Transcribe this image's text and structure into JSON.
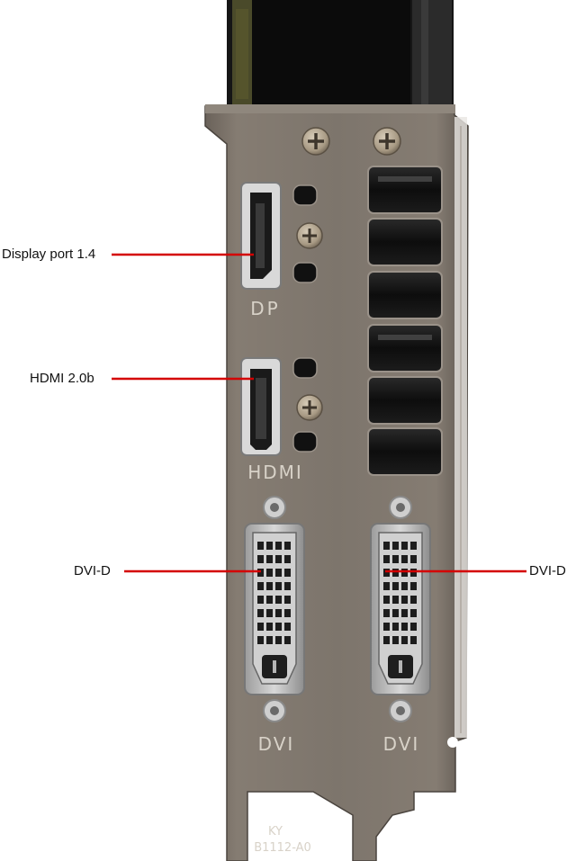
{
  "bracket": {
    "port_labels": {
      "dp": "DP",
      "hdmi": "HDMI",
      "dvi_left": "DVI",
      "dvi_right": "DVI"
    },
    "marking_line1": "KY",
    "marking_line2": "B1112-A0"
  },
  "callouts": [
    {
      "id": "displayport",
      "label": "Display port 1.4"
    },
    {
      "id": "hdmi",
      "label": "HDMI 2.0b"
    },
    {
      "id": "dvi-left",
      "label": "DVI-D"
    },
    {
      "id": "dvi-right",
      "label": "DVI-D"
    }
  ],
  "colors": {
    "callout_line": "#d40000",
    "bracket_metal": "#7c746b",
    "background": "#ffffff"
  }
}
